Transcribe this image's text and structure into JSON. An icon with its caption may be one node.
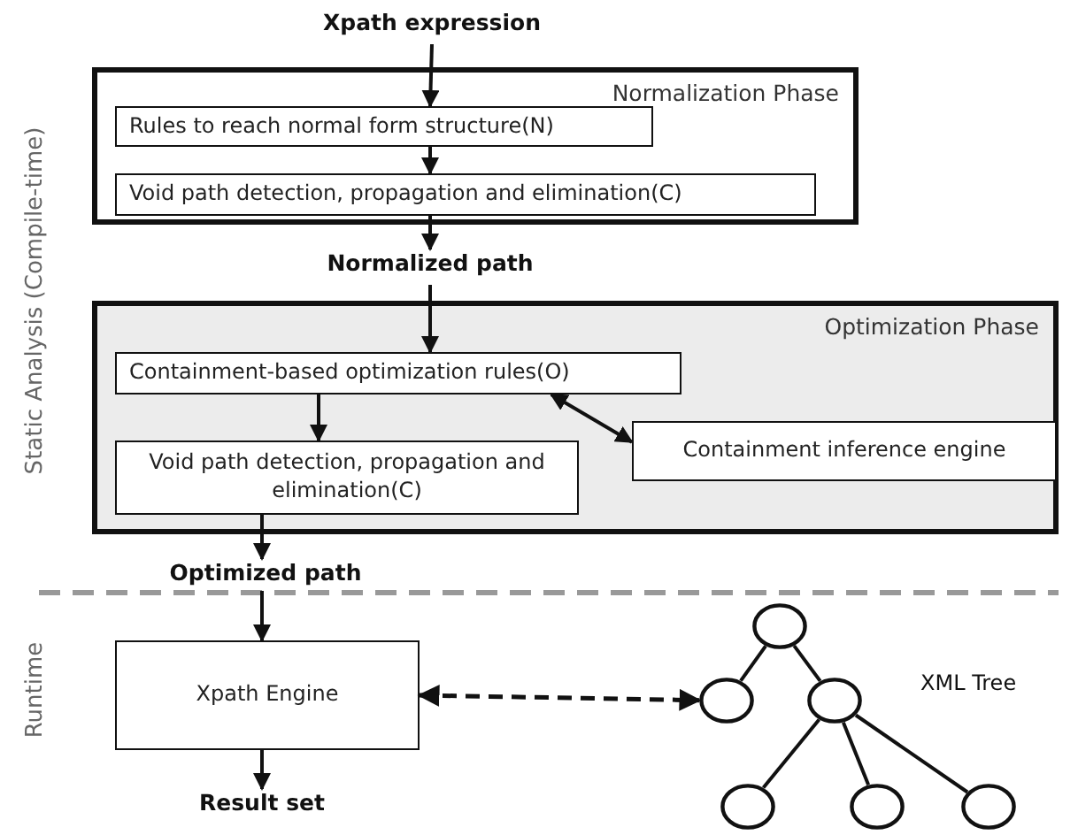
{
  "diagram": {
    "nodes": [
      {
        "text": [
          "Xpath expression"
        ]
      },
      {
        "text": [
          "Normalization Phase"
        ]
      },
      {
        "text": [
          "Rules to reach normal form structure(N)"
        ],
        "in": 1
      },
      {
        "text": [
          "Void path detection, propagation and elimination(C)"
        ],
        "in": 1
      },
      {
        "text": [
          "Normalized path"
        ]
      },
      {
        "text": [
          "Optimization Phase"
        ]
      },
      {
        "text": [
          "Containment-based optimization rules(O)"
        ],
        "in": 5
      },
      {
        "text": [
          "Void path detection, propagation and elimination(C)"
        ],
        "in": 5
      },
      {
        "text": [
          "Containment inference engine"
        ],
        "in": 5
      },
      {
        "text": [
          "Optimized path"
        ]
      },
      {
        "text": [
          "Xpath Engine"
        ]
      },
      {
        "text": [
          "Result set"
        ]
      },
      {
        "text": [],
        "shape": "circle"
      },
      {
        "text": [],
        "shape": "circle"
      },
      {
        "text": [],
        "shape": "circle"
      },
      {
        "text": [],
        "shape": "circle"
      },
      {
        "text": [],
        "shape": "circle"
      },
      {
        "text": [],
        "shape": "circle"
      }
    ],
    "edges": [
      {
        "from": 0,
        "to": 2,
        "arrow": "to"
      },
      {
        "from": 2,
        "to": 3,
        "arrow": "to"
      },
      {
        "from": 3,
        "to": 4,
        "arrow": "to"
      },
      {
        "from": 4,
        "to": 6,
        "arrow": "to"
      },
      {
        "from": 6,
        "to": 7,
        "arrow": "to"
      },
      {
        "from": 6,
        "to": 8,
        "arrow": "both"
      },
      {
        "from": 7,
        "to": 9,
        "arrow": "to"
      },
      {
        "from": 9,
        "to": 10,
        "arrow": "to"
      },
      {
        "from": 10,
        "to": 11,
        "arrow": "to"
      },
      {
        "from": 10,
        "to": 13,
        "arrow": "both",
        "style": "dashed"
      },
      {
        "from": 12,
        "to": 13,
        "arrow": "none"
      },
      {
        "from": 12,
        "to": 14,
        "arrow": "none"
      },
      {
        "from": 14,
        "to": 15,
        "arrow": "none"
      },
      {
        "from": 14,
        "to": 16,
        "arrow": "none"
      },
      {
        "from": 14,
        "to": 17,
        "arrow": "none"
      }
    ],
    "labels": [
      "Static Analysis (Compile-time)",
      "XML Tree",
      "Runtime"
    ]
  }
}
